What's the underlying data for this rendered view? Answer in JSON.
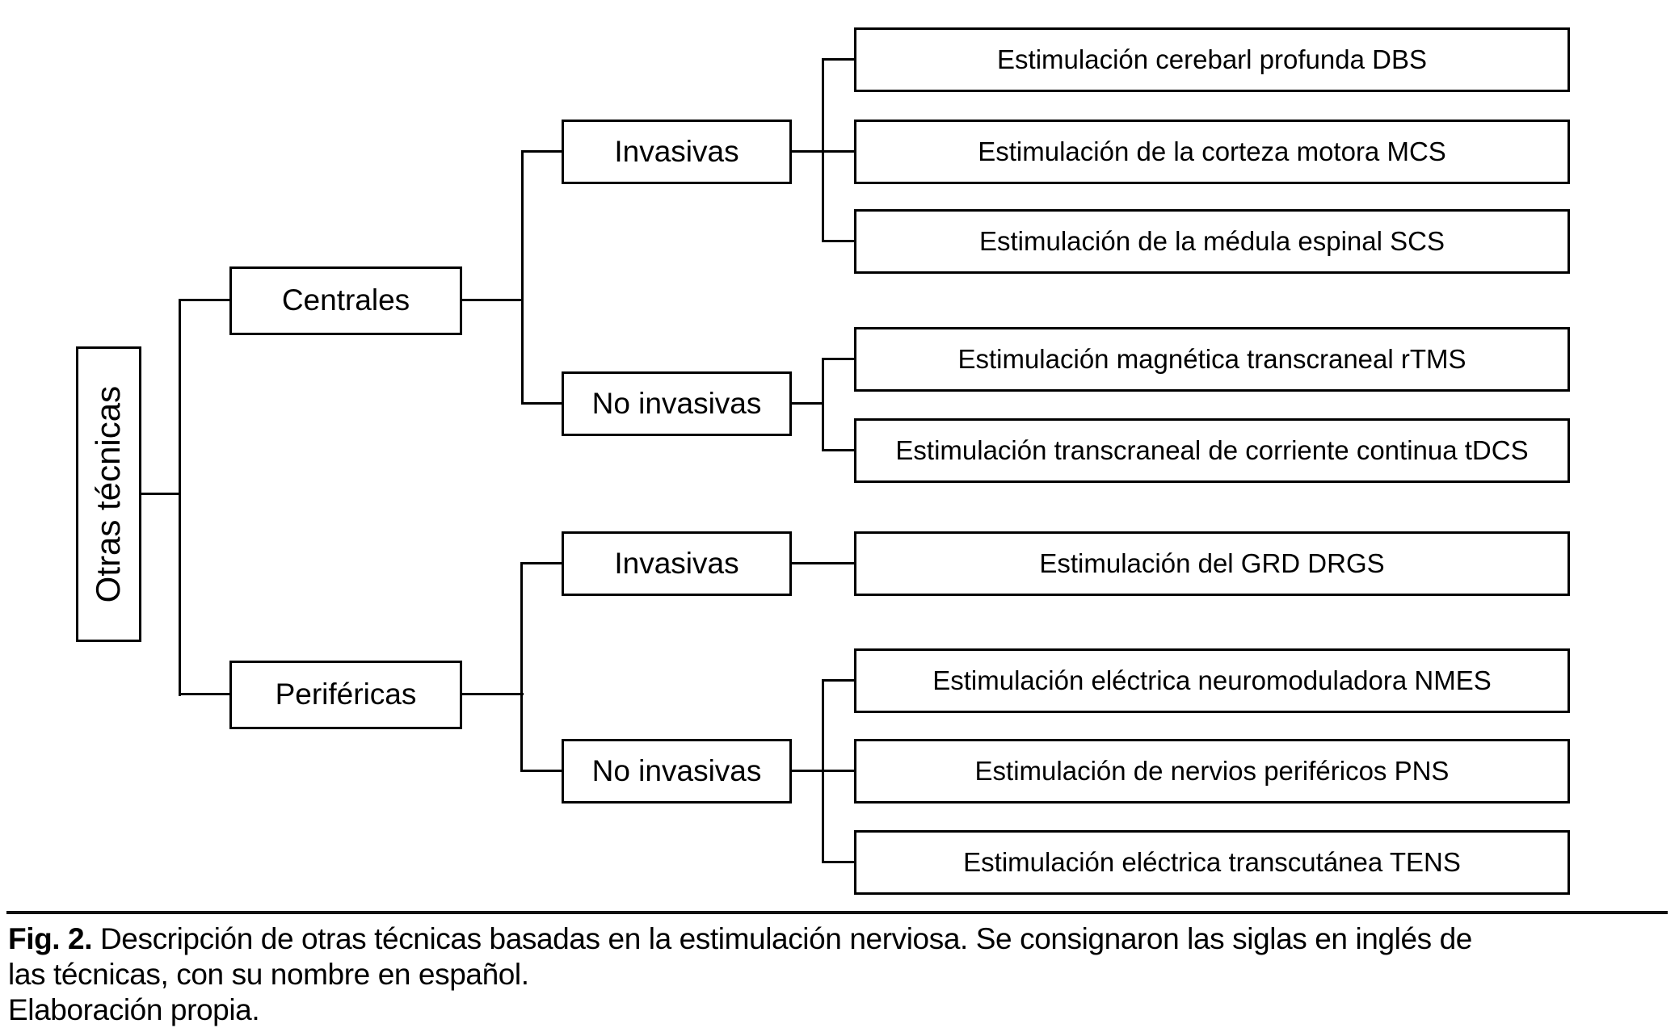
{
  "figure": {
    "root": {
      "label": "Otras técnicas"
    },
    "branches": [
      {
        "label": "Centrales",
        "children": [
          {
            "label": "Invasivas",
            "leaves": [
              "Estimulación cerebarl profunda DBS",
              "Estimulación de la corteza motora MCS",
              "Estimulación de la médula espinal SCS"
            ]
          },
          {
            "label": "No invasivas",
            "leaves": [
              "Estimulación magnética transcraneal rTMS",
              "Estimulación transcraneal de corriente continua tDCS"
            ]
          }
        ]
      },
      {
        "label": "Periféricas",
        "children": [
          {
            "label": "Invasivas",
            "leaves": [
              "Estimulación del GRD DRGS"
            ]
          },
          {
            "label": "No invasivas",
            "leaves": [
              "Estimulación eléctrica neuromoduladora NMES",
              "Estimulación de nervios periféricos PNS",
              "Estimulación eléctrica transcutánea TENS"
            ]
          }
        ]
      }
    ]
  },
  "caption": {
    "fig_label": "Fig. 2.",
    "line1_rest": " Descripción de otras técnicas basadas en la estimulación nerviosa. Se consignaron las siglas en inglés de",
    "line2": "las técnicas, con su nombre en español.",
    "line3": "Elaboración propia."
  },
  "colors": {
    "line": "#000000",
    "background": "#ffffff",
    "text": "#000000"
  }
}
